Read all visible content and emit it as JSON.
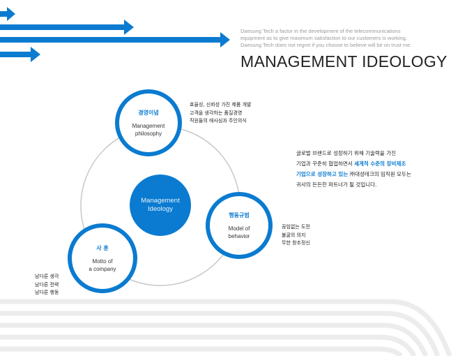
{
  "header": {
    "intro_lines": [
      "Daesung Tech a factor in the development of the telecommunications",
      "equipment as to give maximum satisfaction to our customers is working.",
      "Daesung Tech does not regret if you choose to believe will be on trust me."
    ],
    "title": "MANAGEMENT IDEOLOGY"
  },
  "diagram": {
    "center": {
      "line1": "Management",
      "line2": "Ideology"
    },
    "nodes": {
      "philosophy": {
        "kr": "경영이념",
        "en1": "Management",
        "en2": "philosophy"
      },
      "behavior": {
        "kr": "행동규범",
        "en1": "Model of",
        "en2": "behavior"
      },
      "motto": {
        "kr": "사 훈",
        "en1": "Motto of",
        "en2": "a company"
      }
    },
    "notes": {
      "philosophy": [
        "효율성, 신뢰성 가진 제품 개발",
        "고객을 생각하는 품질경영",
        "직원들의 애사심과 주인의식"
      ],
      "behavior": [
        "끊임없는 도전",
        "불굴의 의지",
        "무한 창조정신"
      ],
      "motto": [
        "남다른 생각",
        "남다른 전략",
        "남다른 행동"
      ]
    }
  },
  "description": {
    "line1": "글로벌 브랜드로 성장하기 위해 기술력을 가진",
    "line2_plain": "기업과 꾸준히 협업하면서 ",
    "line2_bold": "세계적 수준의 장비제조",
    "line3_bold": "기업으로 성장하고 있는",
    "line3_plain": " ㈜대성테크의 임직원 모두는",
    "line4": "귀사의 든든한 파트너가 될 것입니다."
  },
  "colors": {
    "accent": "#0a7bd0",
    "ring": "#c8c8c8",
    "stripes": "#ececec"
  },
  "icons": [
    "arrow-right-icon"
  ]
}
